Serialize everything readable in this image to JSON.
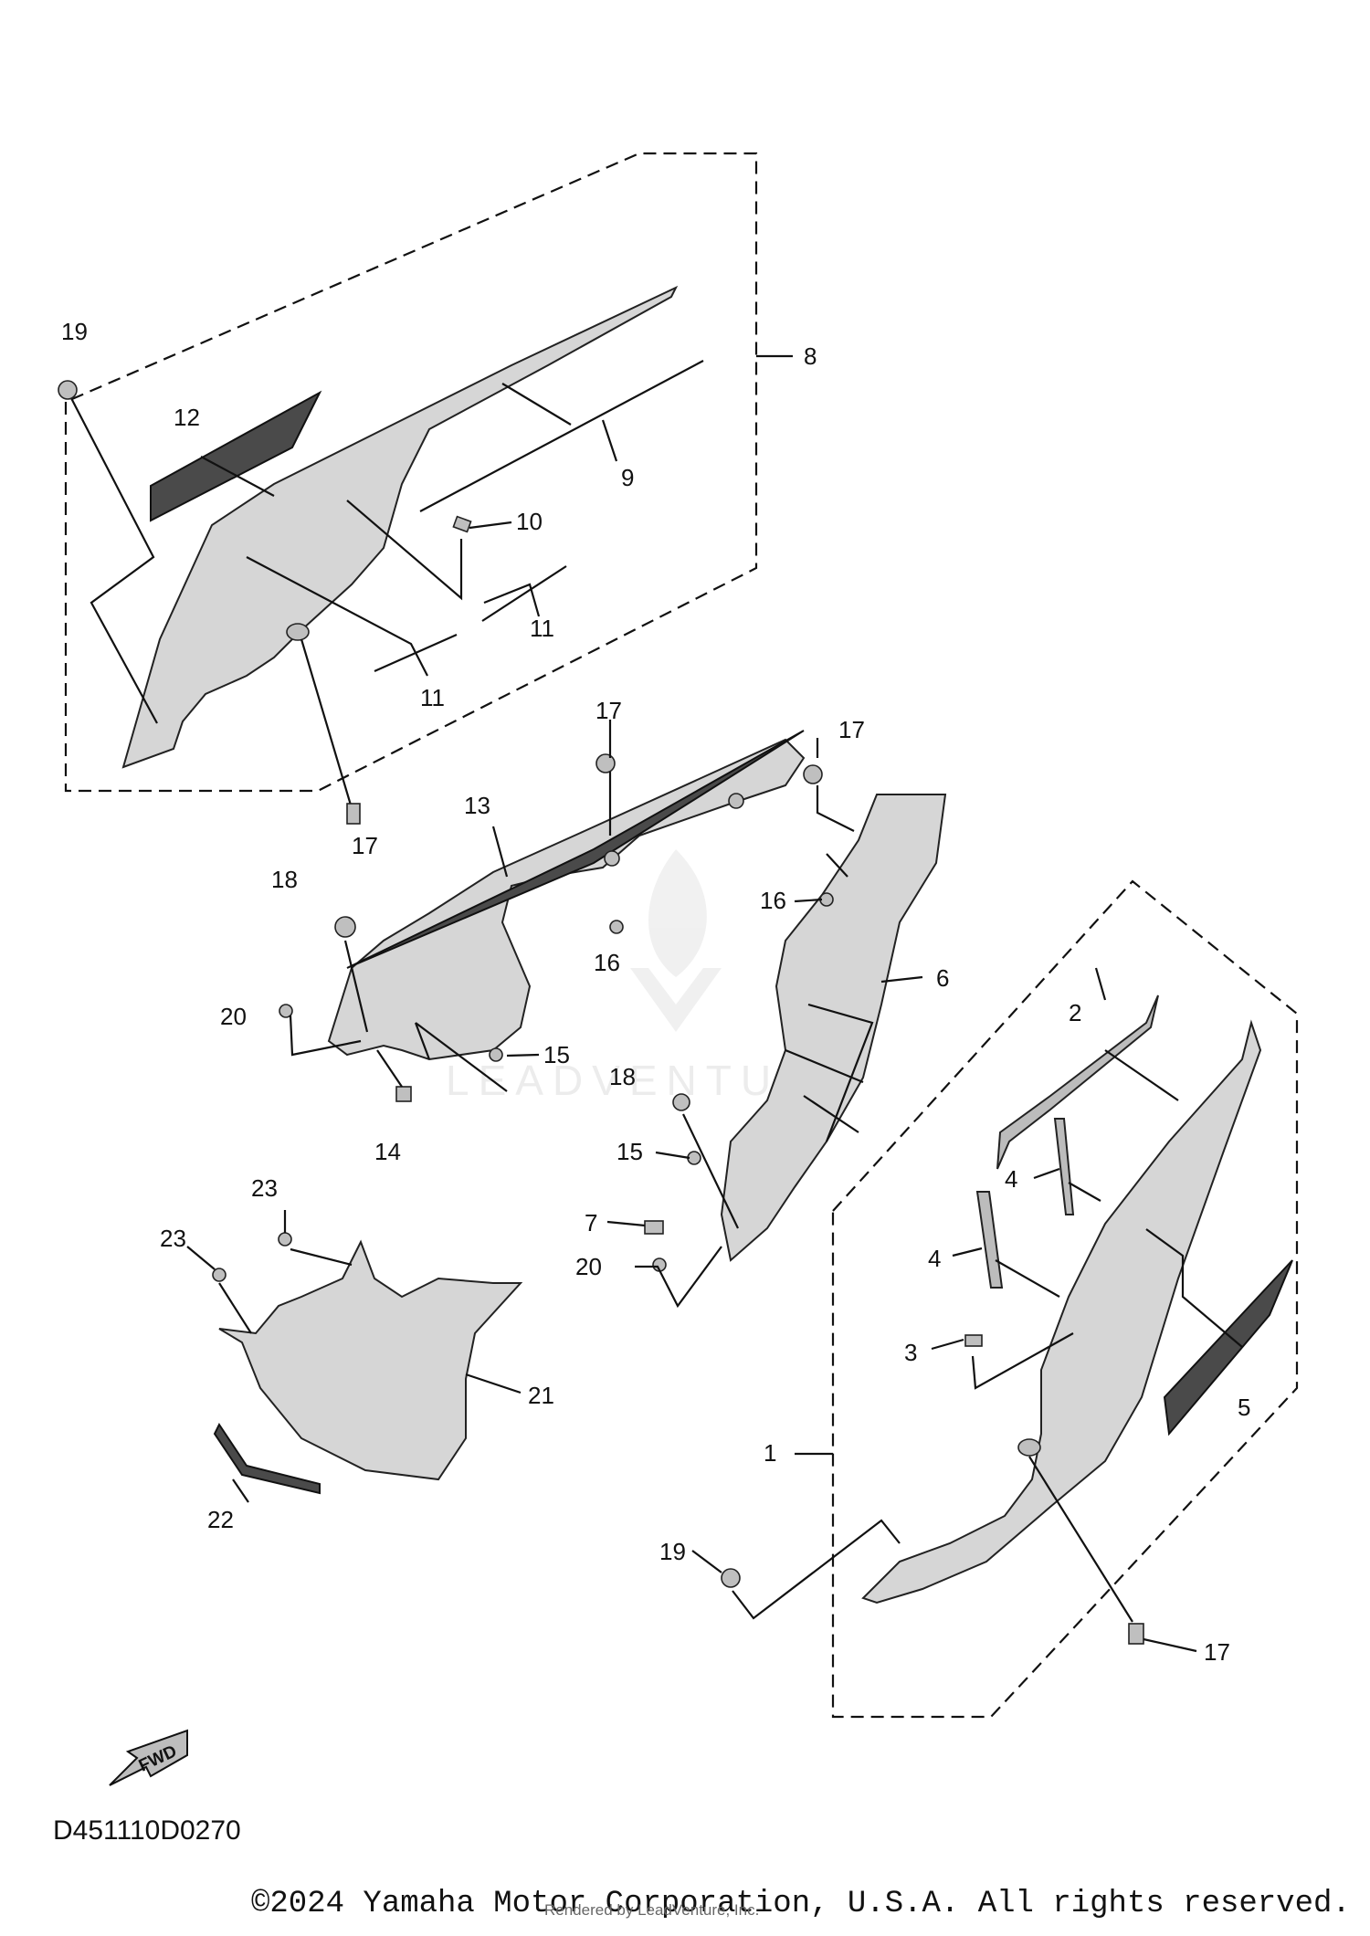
{
  "diagram": {
    "code": "D451110D0270",
    "fwd_label": "FWD",
    "copyright": "©2024 Yamaha Motor Corporation, U.S.A. All rights reserved.",
    "rendered_by": "Rendered by LeadVenture, Inc.",
    "watermark": "LEADVENTURE"
  },
  "callouts": [
    "1",
    "2",
    "3",
    "4",
    "4",
    "5",
    "6",
    "7",
    "8",
    "9",
    "10",
    "11",
    "11",
    "12",
    "13",
    "14",
    "15",
    "15",
    "16",
    "16",
    "17",
    "17",
    "17",
    "17",
    "18",
    "18",
    "19",
    "19",
    "20",
    "20",
    "21",
    "22",
    "23",
    "23"
  ]
}
